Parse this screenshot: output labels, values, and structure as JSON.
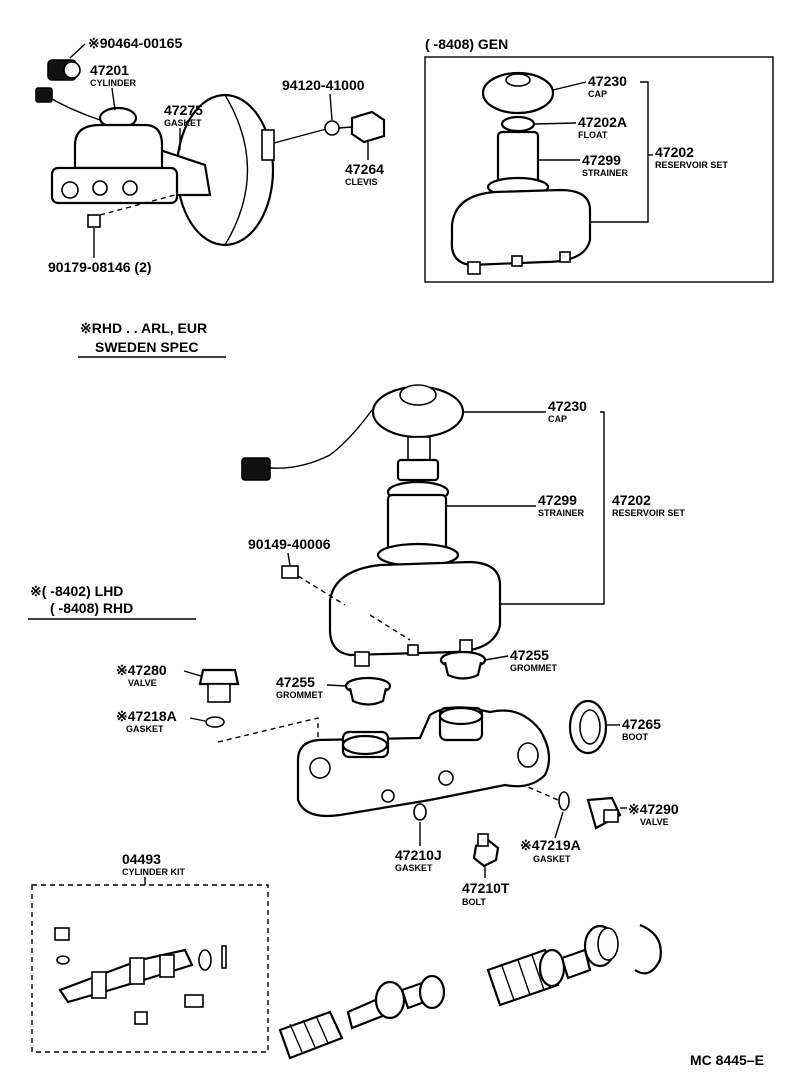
{
  "top_right_header": "(    -8408) GEN",
  "spec_note": {
    "line1": "※RHD . . ARL, EUR",
    "line2": "SWEDEN SPEC"
  },
  "range_note": {
    "line1": "※(      -8402) LHD",
    "line2": "(      -8408) RHD"
  },
  "labels": {
    "p90464": {
      "number": "※90464-00165",
      "name": ""
    },
    "p47201": {
      "number": "47201",
      "name": "CYLINDER"
    },
    "p47275": {
      "number": "47275",
      "name": "GASKET"
    },
    "p94120": {
      "number": "94120-41000",
      "name": ""
    },
    "p47264": {
      "number": "47264",
      "name": "CLEVIS"
    },
    "p90179": {
      "number": "90179-08146 (2)",
      "name": ""
    },
    "gen_47230": {
      "number": "47230",
      "name": "CAP"
    },
    "gen_47202A": {
      "number": "47202A",
      "name": "FLOAT"
    },
    "gen_47299": {
      "number": "47299",
      "name": "STRAINER"
    },
    "gen_47202": {
      "number": "47202",
      "name": "RESERVOIR SET"
    },
    "m_47230": {
      "number": "47230",
      "name": "CAP"
    },
    "m_47299": {
      "number": "47299",
      "name": "STRAINER"
    },
    "m_47202": {
      "number": "47202",
      "name": "RESERVOIR SET"
    },
    "p90149": {
      "number": "90149-40006",
      "name": ""
    },
    "p47255r": {
      "number": "47255",
      "name": "GROMMET"
    },
    "p47255l": {
      "number": "47255",
      "name": "GROMMET"
    },
    "p47280": {
      "number": "※47280",
      "name": "VALVE"
    },
    "p47218A": {
      "number": "※47218A",
      "name": "GASKET"
    },
    "p47265": {
      "number": "47265",
      "name": "BOOT"
    },
    "p47290": {
      "number": "※47290",
      "name": "VALVE"
    },
    "p47219A": {
      "number": "※47219A",
      "name": "GASKET"
    },
    "p47210J": {
      "number": "47210J",
      "name": "GASKET"
    },
    "p47210T": {
      "number": "47210T",
      "name": "BOLT"
    },
    "p04493": {
      "number": "04493",
      "name": "CYLINDER KIT"
    }
  },
  "figure_code": "MC 8445–E"
}
